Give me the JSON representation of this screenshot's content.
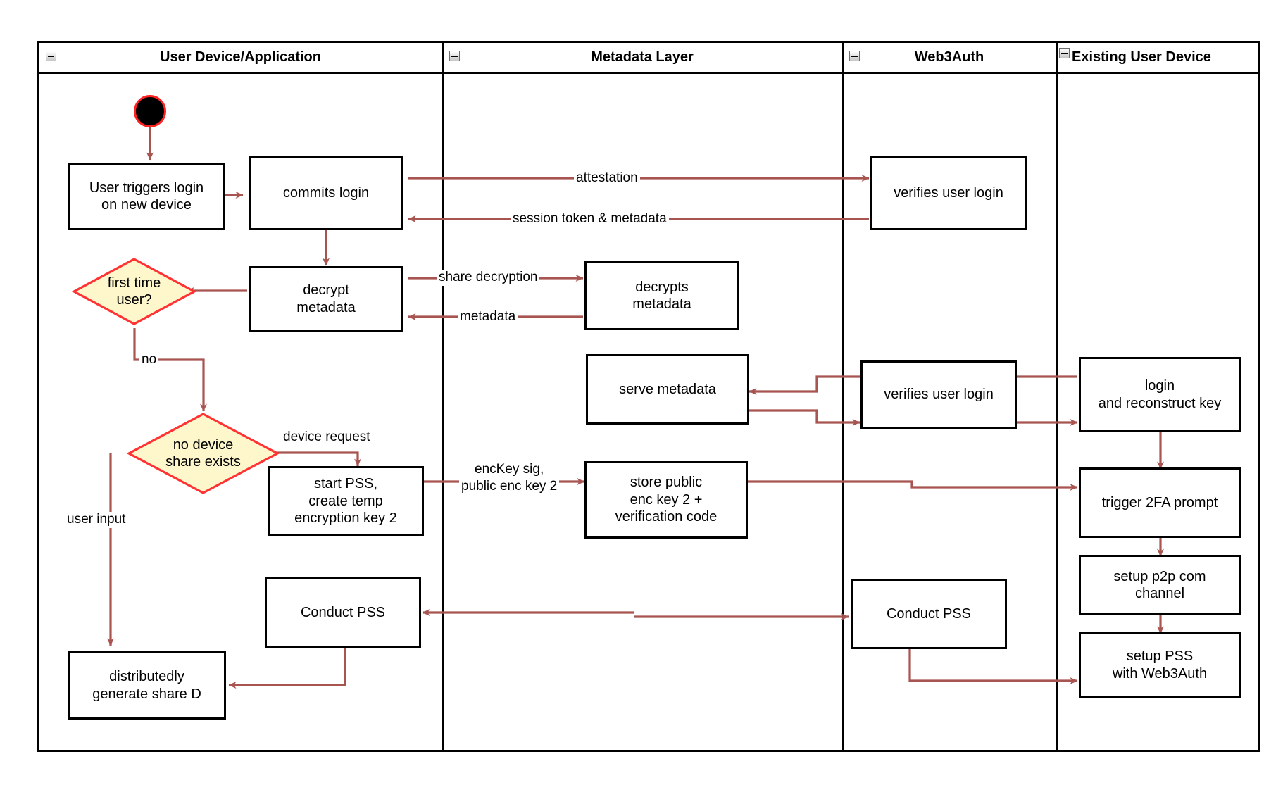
{
  "diagram": {
    "title": "Web3Auth new-device login flow (swimlane activity diagram)",
    "colors": {
      "edge": "#a85450",
      "decision_border": "#ff3333",
      "decision_fill": "#fff7cc",
      "node_border": "#000000",
      "node_fill": "#ffffff",
      "start_fill": "#000000",
      "start_border": "#ff2222"
    },
    "lanes": [
      {
        "id": "lane-user-device",
        "label": "User Device/Application",
        "collapse_icon": "minus-box-icon"
      },
      {
        "id": "lane-metadata",
        "label": "Metadata Layer",
        "collapse_icon": "minus-box-icon"
      },
      {
        "id": "lane-web3auth",
        "label": "Web3Auth",
        "collapse_icon": "minus-box-icon"
      },
      {
        "id": "lane-existing-device",
        "label": "Existing User Device",
        "collapse_icon": "minus-box-icon"
      }
    ],
    "nodes": [
      {
        "id": "start",
        "lane": "lane-user-device",
        "type": "start",
        "label": ""
      },
      {
        "id": "user-triggers",
        "lane": "lane-user-device",
        "type": "activity",
        "label": "User triggers login\non new device"
      },
      {
        "id": "commits-login",
        "lane": "lane-user-device",
        "type": "activity",
        "label": "commits login"
      },
      {
        "id": "decrypt-metadata",
        "lane": "lane-user-device",
        "type": "activity",
        "label": "decrypt\nmetadata"
      },
      {
        "id": "first-time-user",
        "lane": "lane-user-device",
        "type": "decision",
        "label": "first time\nuser?"
      },
      {
        "id": "no-device-share",
        "lane": "lane-user-device",
        "type": "decision",
        "label": "no device\nshare exists"
      },
      {
        "id": "start-pss",
        "lane": "lane-user-device",
        "type": "activity",
        "label": "start PSS,\ncreate temp\nencryption key 2"
      },
      {
        "id": "conduct-pss-user",
        "lane": "lane-user-device",
        "type": "activity",
        "label": "Conduct PSS"
      },
      {
        "id": "gen-share-d",
        "lane": "lane-user-device",
        "type": "activity",
        "label": "distributedly\ngenerate share D"
      },
      {
        "id": "decrypts-metadata",
        "lane": "lane-metadata",
        "type": "activity",
        "label": "decrypts\nmetadata"
      },
      {
        "id": "serve-metadata",
        "lane": "lane-metadata",
        "type": "activity",
        "label": "serve metadata"
      },
      {
        "id": "store-public-key",
        "lane": "lane-metadata",
        "type": "activity",
        "label": "store public\nenc key 2 +\nverification code"
      },
      {
        "id": "verifies-login-1",
        "lane": "lane-web3auth",
        "type": "activity",
        "label": "verifies user login"
      },
      {
        "id": "verifies-login-2",
        "lane": "lane-web3auth",
        "type": "activity",
        "label": "verifies user login"
      },
      {
        "id": "conduct-pss-w3a",
        "lane": "lane-web3auth",
        "type": "activity",
        "label": "Conduct PSS"
      },
      {
        "id": "login-reconstruct",
        "lane": "lane-existing-device",
        "type": "activity",
        "label": "login\nand reconstruct key"
      },
      {
        "id": "trigger-2fa",
        "lane": "lane-existing-device",
        "type": "activity",
        "label": "trigger 2FA prompt"
      },
      {
        "id": "setup-p2p",
        "lane": "lane-existing-device",
        "type": "activity",
        "label": "setup p2p com\nchannel"
      },
      {
        "id": "setup-pss-w3a",
        "lane": "lane-existing-device",
        "type": "activity",
        "label": "setup PSS\nwith Web3Auth"
      }
    ],
    "edge_labels": [
      {
        "id": "edge-attestation",
        "text": "attestation"
      },
      {
        "id": "edge-session-token",
        "text": "session token & metadata"
      },
      {
        "id": "edge-share-decryption",
        "text": "share decryption"
      },
      {
        "id": "edge-metadata",
        "text": "metadata"
      },
      {
        "id": "edge-no",
        "text": "no"
      },
      {
        "id": "edge-device-request",
        "text": "device request"
      },
      {
        "id": "edge-user-input",
        "text": "user input"
      },
      {
        "id": "edge-enckey-sig",
        "text": "encKey sig,\npublic enc key 2"
      }
    ]
  }
}
